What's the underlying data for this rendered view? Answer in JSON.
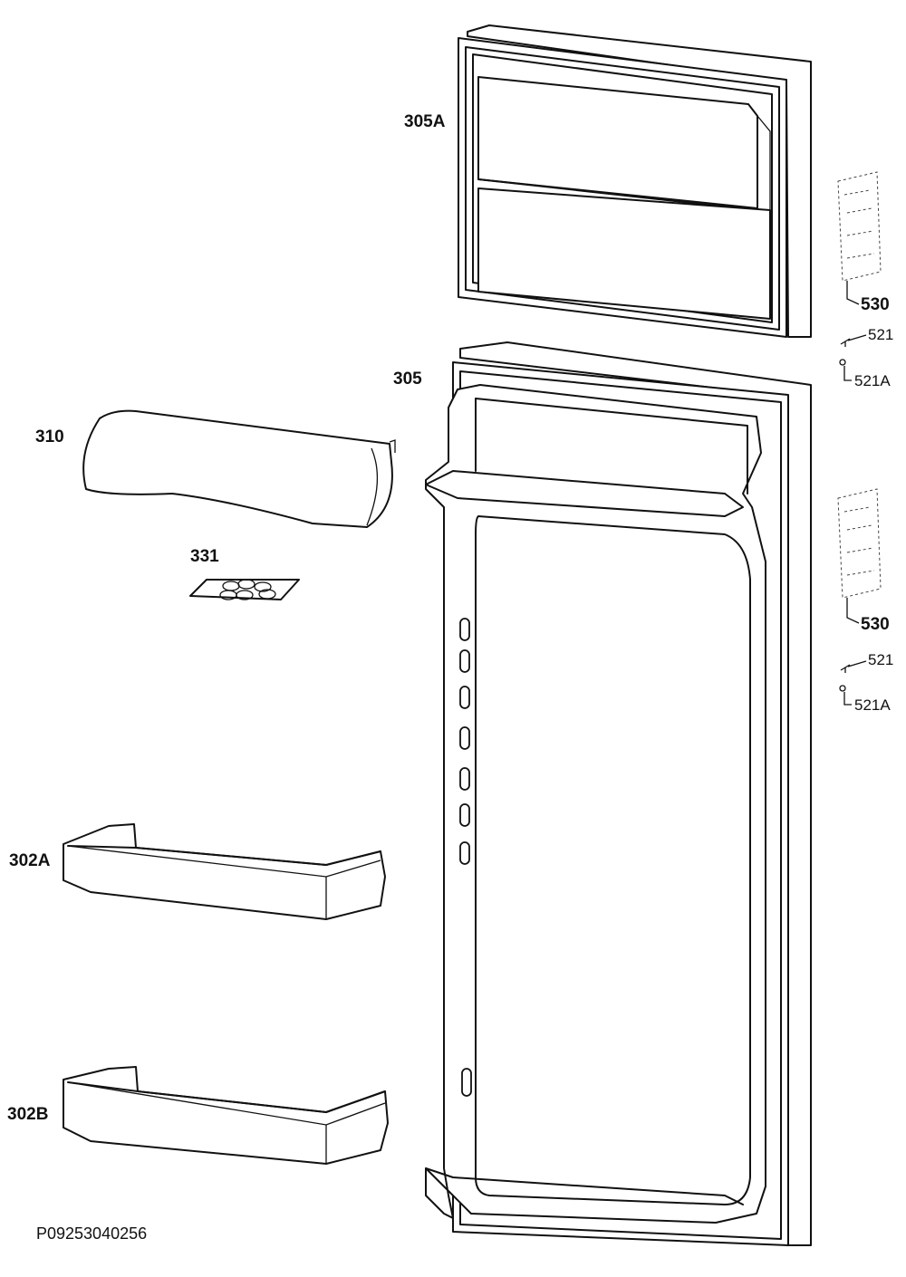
{
  "labels": {
    "p305A": "305A",
    "p305": "305",
    "p310": "310",
    "p331": "331",
    "p302A": "302A",
    "p302B": "302B",
    "p530_top": "530",
    "p530_bottom": "530",
    "p521_top": "521",
    "p521A_top": "521A",
    "p521_bottom": "521",
    "p521A_bottom": "521A"
  },
  "drawing_id": "P09253040256"
}
